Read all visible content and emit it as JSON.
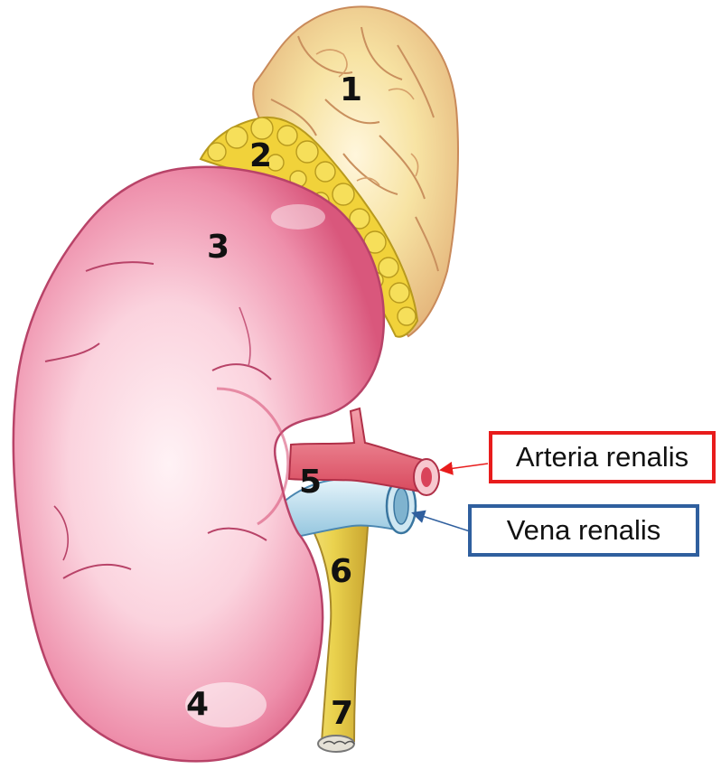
{
  "diagram": {
    "numbers": [
      "1",
      "2",
      "3",
      "4",
      "5",
      "6",
      "7"
    ],
    "labels": {
      "artery": "Arteria renalis",
      "vein": "Vena renalis"
    },
    "colors": {
      "artery_box": "#e81c1c",
      "vein_box": "#2f5f9e",
      "kidney": "#e7789a",
      "adrenal_gland": "#f3d84a",
      "artery": "#e85a6e",
      "vein": "#bfe0ee",
      "ureter": "#ead24e"
    }
  }
}
